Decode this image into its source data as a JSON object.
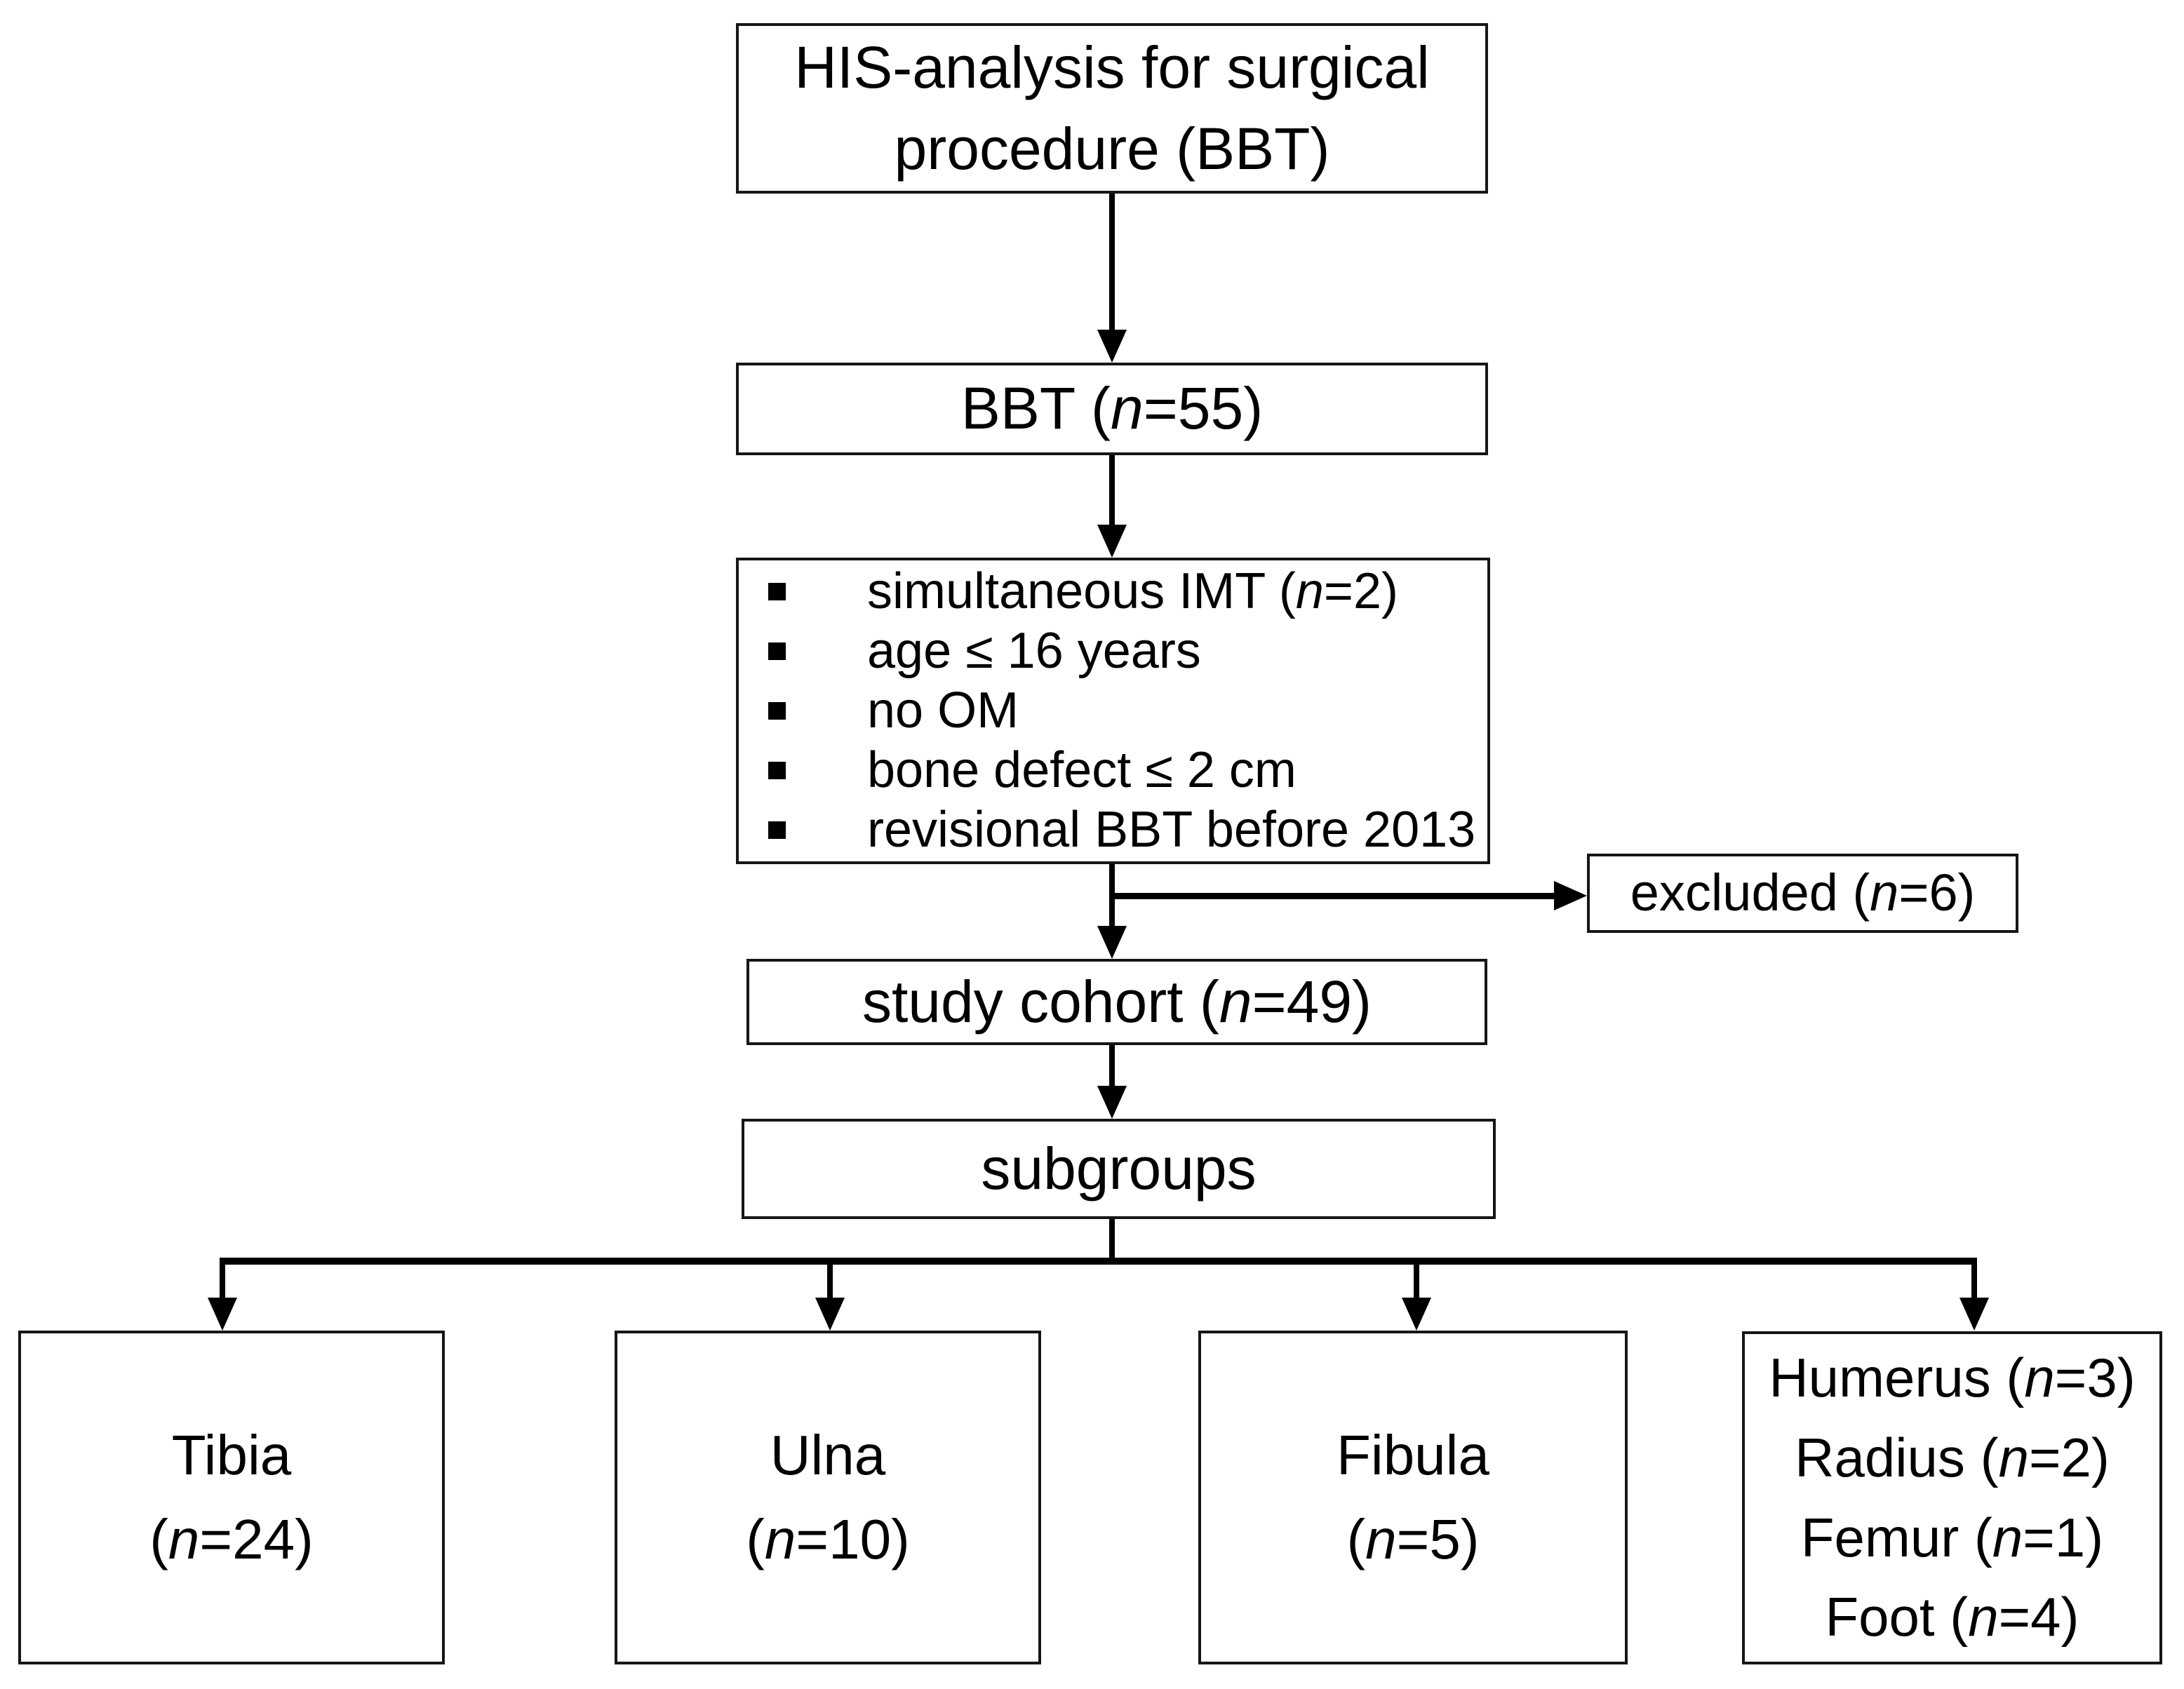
{
  "diagram": {
    "top_box": {
      "line1": "HIS-analysis for surgical",
      "line2": "procedure (BBT)"
    },
    "bbt_box": {
      "pre": "BBT (",
      "n": "n",
      "post": "=55)"
    },
    "criteria_box": {
      "items": [
        {
          "pre": "simultaneous IMT (",
          "n": "n",
          "post": "=2)"
        },
        {
          "pre": "age ≤ 16 years",
          "n": "",
          "post": ""
        },
        {
          "pre": "no OM",
          "n": "",
          "post": ""
        },
        {
          "pre": "bone defect ≤ 2 cm",
          "n": "",
          "post": ""
        },
        {
          "pre": "revisional BBT before 2013",
          "n": "",
          "post": ""
        }
      ]
    },
    "excluded_box": {
      "pre": "excluded (",
      "n": "n",
      "post": "=6)"
    },
    "cohort_box": {
      "pre": "study cohort (",
      "n": "n",
      "post": "=49)"
    },
    "subgroups_box": {
      "label": "subgroups"
    },
    "tibia_box": {
      "name": "Tibia",
      "pre": "(",
      "n": "n",
      "post": "=24)"
    },
    "ulna_box": {
      "name": "Ulna",
      "pre": "(",
      "n": "n",
      "post": "=10)"
    },
    "fibula_box": {
      "name": "Fibula",
      "pre": "(",
      "n": "n",
      "post": "=5)"
    },
    "other_box": {
      "lines": [
        {
          "pre": "Humerus (",
          "n": "n",
          "post": "=3)"
        },
        {
          "pre": "Radius (",
          "n": "n",
          "post": "=2)"
        },
        {
          "pre": "Femur (",
          "n": "n",
          "post": "=1)"
        },
        {
          "pre": "Foot (",
          "n": "n",
          "post": "=4)"
        }
      ]
    },
    "colors": {
      "line": "#000000",
      "box_border": "#161616",
      "background": "#ffffff",
      "text": "#000000"
    }
  }
}
